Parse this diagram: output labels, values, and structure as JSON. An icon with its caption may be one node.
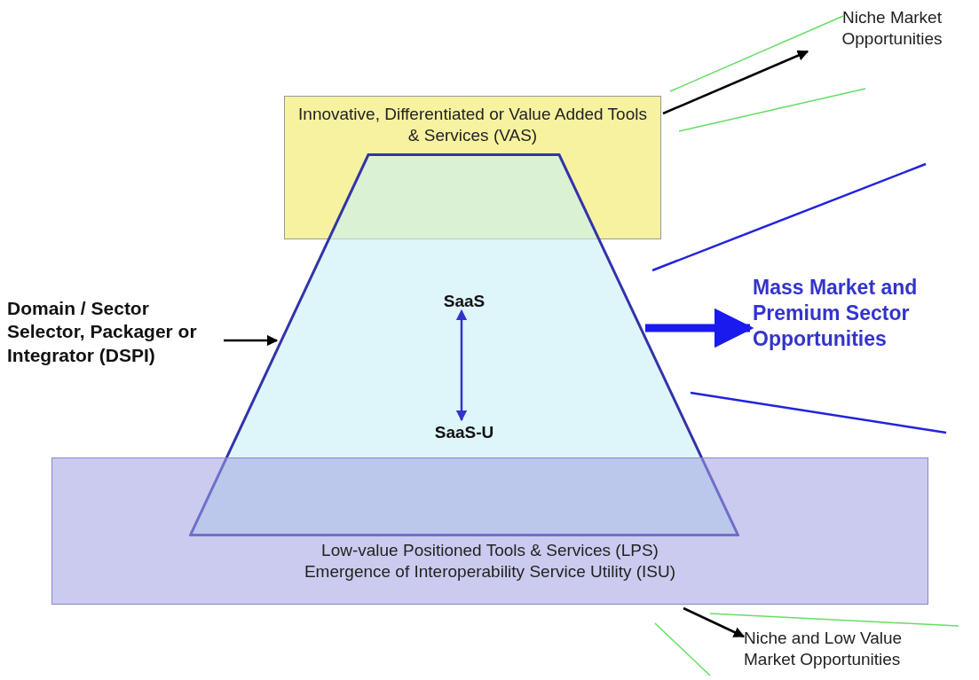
{
  "diagram": {
    "nodes": [
      {
        "text": [
          "Innovative, Differentiated or Value Added Tools & Services (VAS)"
        ]
      },
      {
        "text": [],
        "shape": "trapezoid"
      },
      {
        "text": [
          "SaaS"
        ],
        "in": 1
      },
      {
        "text": [
          "SaaS-U"
        ],
        "in": 1
      },
      {
        "text": [
          "Low-value Positioned Tools & Services (LPS)",
          "Emergence of Interoperability Service Utility (ISU)"
        ]
      },
      {
        "text": [
          "Domain / Sector Selector, Packager or Integrator (DSPI)"
        ]
      },
      {
        "text": [
          "Niche Market Opportunities"
        ]
      },
      {
        "text": [
          "Mass Market and Premium Sector Opportunities"
        ]
      },
      {
        "text": [
          "Niche and Low Value Market Opportunities"
        ]
      }
    ],
    "edges": [
      {
        "from": 5,
        "to": 1,
        "arrow": "to"
      },
      {
        "from": 2,
        "to": 3,
        "arrow": "both",
        "color": "#3333cc"
      },
      {
        "from": 0,
        "to": 6,
        "arrow": "to"
      },
      {
        "from": 1,
        "to": 7,
        "arrow": "to",
        "style": "thick",
        "color": "#1a1aee"
      },
      {
        "from": 4,
        "to": 8,
        "arrow": "to"
      }
    ]
  }
}
